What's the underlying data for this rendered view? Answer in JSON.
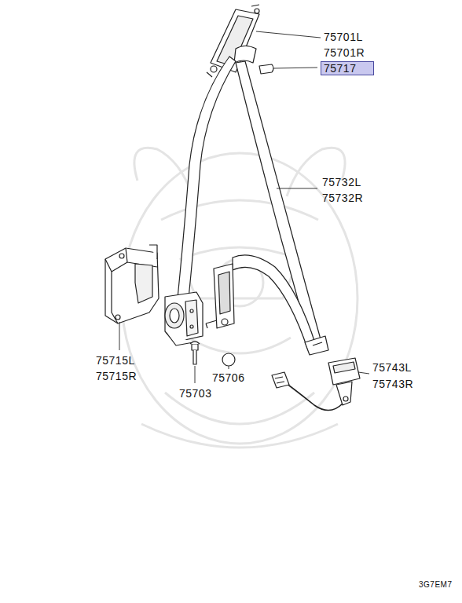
{
  "diagram": {
    "nodes": [
      {
        "text": [
          "75717"
        ]
      }
    ],
    "edges": [],
    "labels": [
      "75701L",
      "75701R",
      "75732L",
      "75732R",
      "75715L",
      "75715R",
      "75703",
      "75706",
      "75743L",
      "75743R",
      "3G7EM7"
    ]
  }
}
